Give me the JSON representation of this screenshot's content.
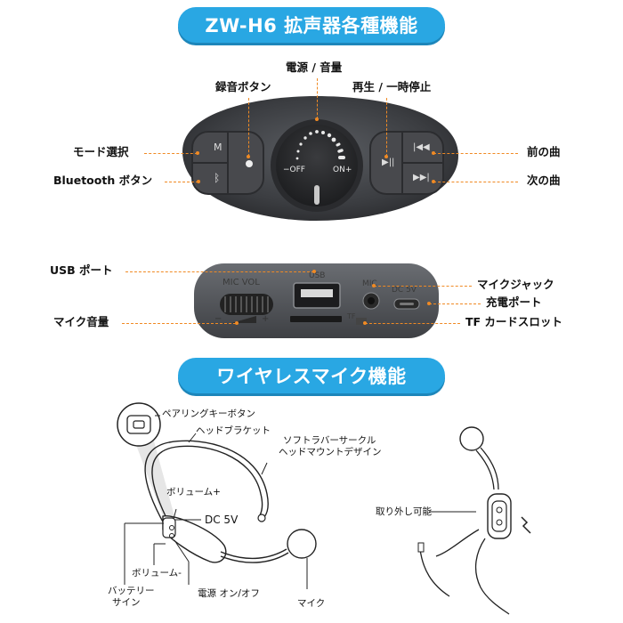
{
  "title_top": "ZW-H6 拡声器各種機能",
  "title_bottom": "ワイヤレスマイク機能",
  "control_panel": {
    "labels": {
      "power_volume": "電源 / 音量",
      "record_button": "録音ボタン",
      "play_pause": "再生 / 一時停止",
      "mode_select": "モード選択",
      "bluetooth_button": "Bluetooth ボタン",
      "prev_track": "前の曲",
      "next_track": "次の曲"
    },
    "knob": {
      "off_text": "OFF",
      "on_text": "ON"
    },
    "button_m_text": "M"
  },
  "port_panel": {
    "labels": {
      "usb_port": "USB ポート",
      "mic_volume": "マイク音量",
      "mic_jack": "マイクジャック",
      "charge_port": "充電ポート",
      "tf_slot": "TF カードスロット"
    },
    "printed": {
      "mic_vol": "MIC VOL",
      "usb": "USB",
      "mic": "MIC",
      "dc5v": "DC 5V",
      "tf": "TF"
    }
  },
  "mic_diagram": {
    "labels": {
      "pairing_key": "ペアリングキーボタン",
      "head_bracket": "ヘッドブラケット",
      "soft_rubber": "ソフトラバーサークル",
      "head_mount": "ヘッドマウントデザイン",
      "volume_plus": "ボリューム+",
      "dc5v": "DC 5V",
      "volume_minus": "ボリューム-",
      "battery_sign_1": "バッテリー",
      "battery_sign_2": "サイン",
      "power_onoff": "電源 オン/オフ",
      "mic": "マイク",
      "detachable": "取り外し可能"
    }
  }
}
